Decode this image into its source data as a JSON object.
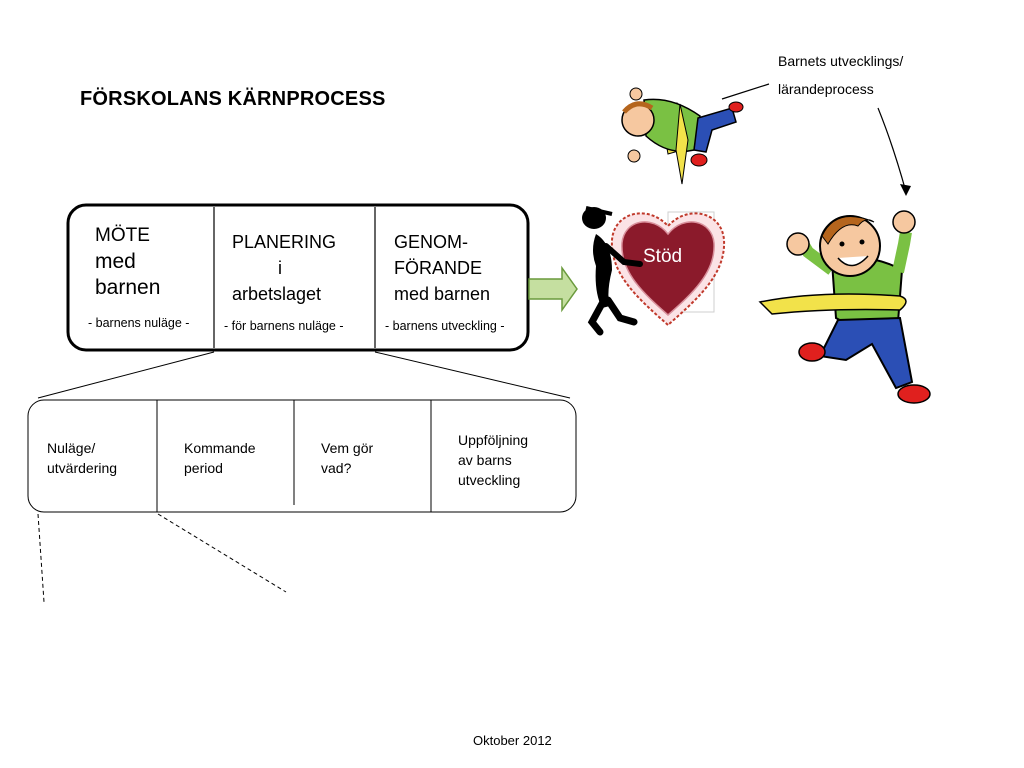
{
  "title": "FÖRSKOLANS KÄRNPROCESS",
  "top_note": {
    "line1": "Barnets utvecklings/",
    "line2": "lärandeprocess"
  },
  "core_process": [
    {
      "lines": [
        "MÖTE",
        "med",
        "barnen"
      ],
      "caption": "- barnens nuläge -"
    },
    {
      "lines": [
        "PLANERING",
        "i",
        "arbetslaget"
      ],
      "caption": "- för barnens nuläge -"
    },
    {
      "lines": [
        "GENOM-",
        "FÖRANDE",
        "med barnen"
      ],
      "caption": "- barnens  utveckling -"
    }
  ],
  "support_label": "Stöd",
  "sub_steps": [
    {
      "lines": [
        "Nuläge/",
        "utvärdering"
      ]
    },
    {
      "lines": [
        "Kommande",
        "period"
      ]
    },
    {
      "lines": [
        "Vem gör",
        "vad?"
      ]
    },
    {
      "lines": [
        "Uppföljning",
        "av barns",
        "utveckling"
      ]
    }
  ],
  "footer": "Oktober 2012",
  "colors": {
    "heart": "#8b1a2b",
    "heart_border": "#d9909c",
    "arrow_fill": "#c5dfa0",
    "arrow_stroke": "#6a9a3c",
    "shirt": "#7ac143",
    "pants": "#2b4fb5",
    "shoes": "#e0201e",
    "scarf": "#f2e24a"
  }
}
